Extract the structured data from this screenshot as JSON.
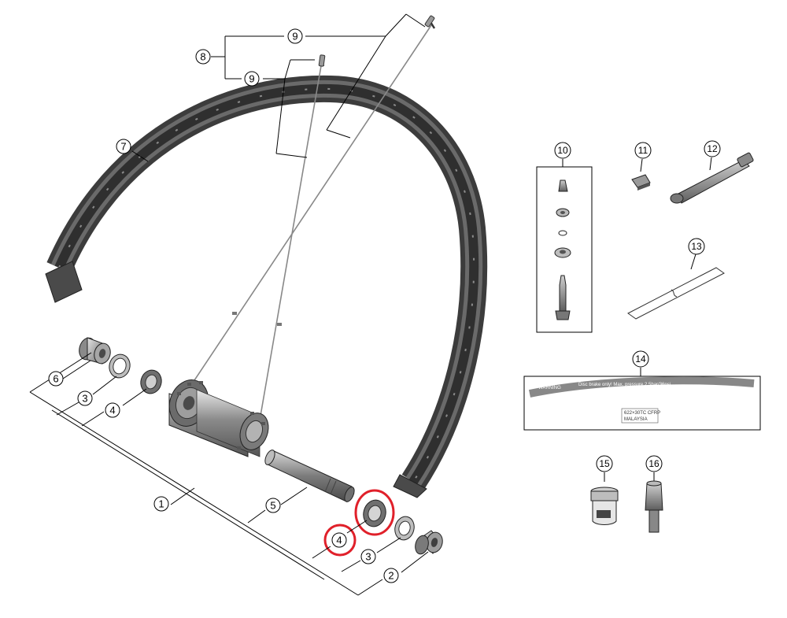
{
  "callouts": {
    "c1": "1",
    "c2": "2",
    "c3a": "3",
    "c3b": "3",
    "c4a": "4",
    "c4b": "4",
    "c5": "5",
    "c6": "6",
    "c7": "7",
    "c8": "8",
    "c9a": "9",
    "c9b": "9",
    "c10": "10",
    "c11": "11",
    "c12": "12",
    "c13": "13",
    "c14": "14",
    "c15": "15",
    "c16": "16"
  },
  "rim_label": {
    "warning": "WARNING",
    "line1": "Disc brake only!  Max. pressure 2.5bar/36psi",
    "spec": "622×30TC CFRP",
    "origin": "MALAYSIA"
  },
  "highlight_color": "#e0202a"
}
